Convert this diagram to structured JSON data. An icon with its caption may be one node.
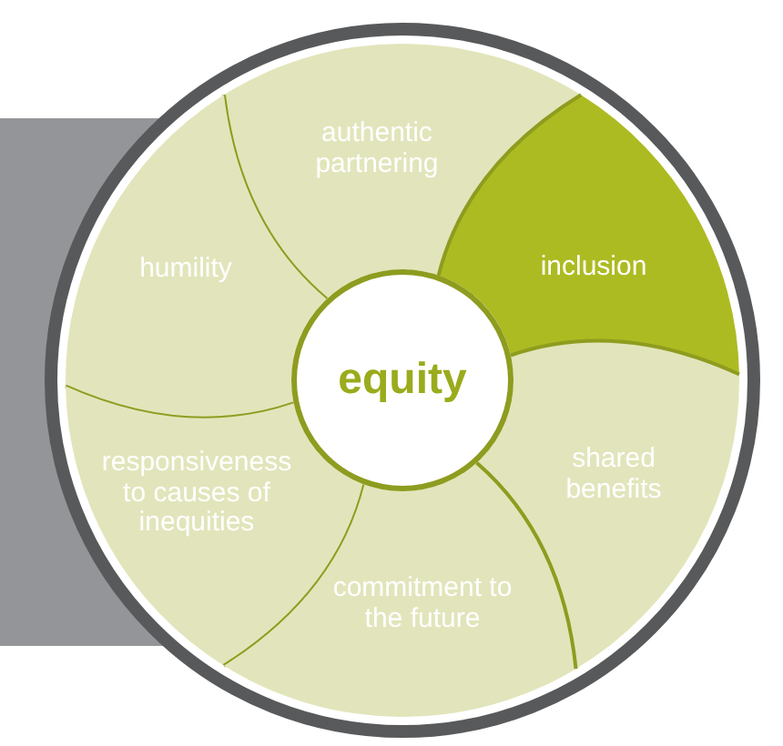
{
  "diagram": {
    "nodes": [
      {
        "text": [
          "authentic partnering"
        ]
      },
      {
        "text": [
          "humility"
        ]
      },
      {
        "text": [
          "inclusion"
        ]
      },
      {
        "text": [
          "equity"
        ]
      },
      {
        "text": [
          "shared benefits"
        ]
      },
      {
        "text": [
          "responsiveness to causes of inequities"
        ]
      },
      {
        "text": [
          "commitment to the future"
        ]
      }
    ]
  }
}
